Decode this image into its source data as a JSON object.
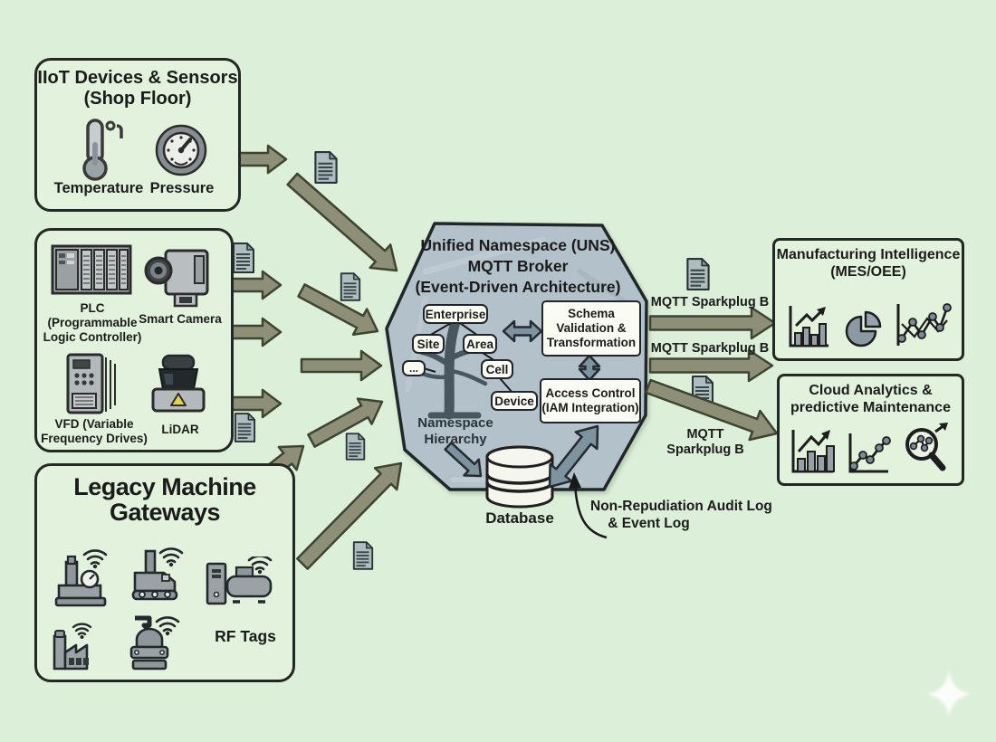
{
  "colors": {
    "background": "#dcefd8",
    "hexagon_fill": "#b2c1ca",
    "arrow_fill": "#8d9077",
    "double_arrow_fill": "#7e93a0",
    "box_fill": "#e3f2dc",
    "node_fill": "#fafcf4",
    "text": "#1b1b1b"
  },
  "icons": [
    "thermometer-icon",
    "gauge-icon",
    "plc-icon",
    "smart-camera-icon",
    "vfd-icon",
    "lidar-icon",
    "machine-icon",
    "wifi-icon",
    "document-icon",
    "database-icon",
    "tree-icon",
    "bar-chart-icon",
    "pie-chart-icon",
    "network-chart-icon",
    "line-chart-icon",
    "magnifier-chart-icon",
    "sparkle-icon",
    "arrow-icon"
  ],
  "left_column": {
    "iiot_box": {
      "title_line1": "IIoT Devices & Sensors",
      "title_line2": "(Shop Floor)",
      "temperature_label": "Temperature",
      "pressure_label": "Pressure"
    },
    "device_box": {
      "plc_label_line1": "PLC",
      "plc_label_line2": "(Programmable",
      "plc_label_line3": "Logic Controller)",
      "camera_label": "Smart Camera",
      "vfd_label_line1": "VFD (Variable",
      "vfd_label_line2": "Frequency Drives)",
      "lidar_label": "LiDAR"
    },
    "legacy_box": {
      "title_line1": "Legacy Machine",
      "title_line2": "Gateways",
      "rf_tags_label": "RF Tags"
    }
  },
  "broker": {
    "title_line1": "Unified Namespace (UNS)",
    "title_line2": "MQTT Broker",
    "title_line3": "(Event-Driven Architecture)",
    "nodes": {
      "enterprise": "Enterprise",
      "site": "Site",
      "area": "Area",
      "ellipsis": "...",
      "cell": "Cell",
      "device": "Device"
    },
    "namespace_label_line1": "Namespace",
    "namespace_label_line2": "Hierarchy",
    "schema_line1": "Schema",
    "schema_line2": "Validation &",
    "schema_line3": "Transformation",
    "access_line1": "Access Control",
    "access_line2": "(IAM Integration)",
    "database_label": "Database"
  },
  "mqtt_labels": {
    "top": "MQTT Sparkplug B",
    "middle": "MQTT Sparkplug B",
    "bottom_line1": "MQTT",
    "bottom_line2": "Sparkplug B"
  },
  "annotations": {
    "audit_line1": "Non-Repudiation Audit Log",
    "audit_line2": "& Event Log"
  },
  "right_column": {
    "mes_box": {
      "title_line1": "Manufacturing Intelligence",
      "title_line2": "(MES/OEE)"
    },
    "cloud_box": {
      "title_line1": "Cloud Analytics &",
      "title_line2": "predictive Maintenance"
    }
  }
}
